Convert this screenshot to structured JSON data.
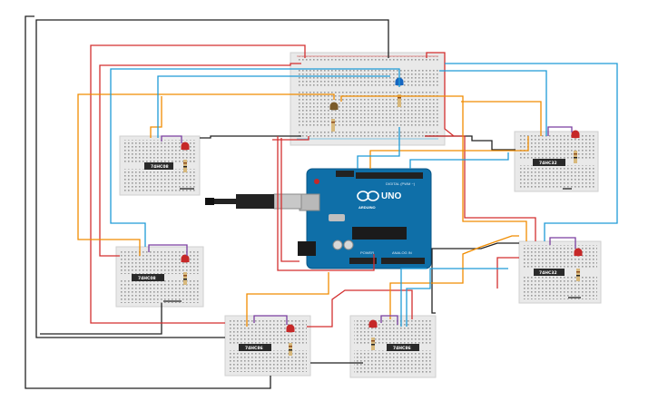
{
  "board": {
    "name": "UNO",
    "brand": "ARDUINO",
    "digital_label": "DIGITAL (PWM ~)",
    "power_label": "POWER",
    "analog_label": "ANALOG IN"
  },
  "chips": [
    {
      "label": "74HC08"
    },
    {
      "label": "74HC08"
    },
    {
      "label": "74HC86"
    },
    {
      "label": "74HC86"
    },
    {
      "label": "74HC32"
    },
    {
      "label": "74HC32"
    }
  ],
  "colors": {
    "wire_black": "#222222",
    "wire_red": "#d32f2f",
    "wire_orange": "#f08c00",
    "wire_blue": "#1e9bd7",
    "wire_purple": "#7b3fa0",
    "board_blue": "#0f6fa8",
    "breadboard": "#e8e8e8",
    "led_red": "#c62828",
    "led_blue": "#1565c0"
  },
  "icons": [
    "usb-cable-icon",
    "led-icon",
    "resistor-icon",
    "ic-chip-icon"
  ]
}
